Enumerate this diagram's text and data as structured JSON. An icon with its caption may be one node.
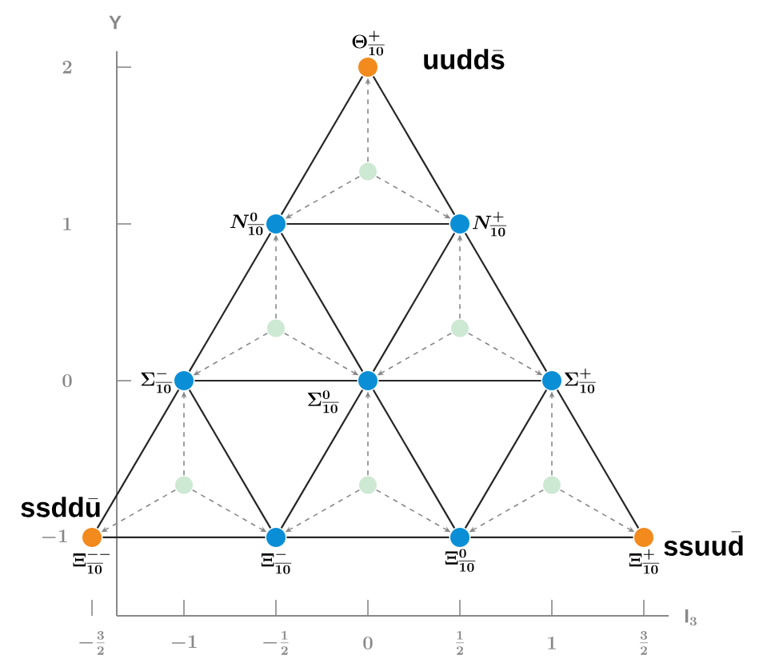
{
  "diagram": {
    "nodes": [
      {
        "text": [
          "\\Theta^{+}_{\\overline{10}}"
        ],
        "beside": [
          "\\textbf{uudd}\\bar{\\textbf{s}}"
        ]
      },
      {
        "text": [
          "N^{0}_{\\overline{10}}"
        ]
      },
      {
        "text": [
          "N^{+}_{\\overline{10}}"
        ]
      },
      {
        "text": [
          "\\Sigma^{-}_{\\overline{10}}"
        ]
      },
      {
        "text": [
          "\\Sigma^{0}_{\\overline{10}}"
        ]
      },
      {
        "text": [
          "\\Sigma^{+}_{\\overline{10}}"
        ]
      },
      {
        "text": [
          "\\Xi^{--}_{\\overline{10}}"
        ],
        "beside": [
          "\\textbf{ssdd}\\bar{\\textbf{u}}"
        ]
      },
      {
        "text": [
          "\\Xi^{-}_{\\overline{10}}"
        ]
      },
      {
        "text": [
          "\\Xi^{0}_{\\overline{10}}"
        ]
      },
      {
        "text": [
          "\\Xi^{+}_{\\overline{10}}"
        ],
        "beside": [
          "\\textbf{ssuu}\\bar{\\textbf{d}}"
        ]
      },
      {
        "text": [],
        "shape": "circle"
      },
      {
        "text": [],
        "shape": "circle"
      },
      {
        "text": [],
        "shape": "circle"
      },
      {
        "text": [],
        "shape": "circle"
      },
      {
        "text": [],
        "shape": "circle"
      },
      {
        "text": [],
        "shape": "circle"
      }
    ],
    "edges": [
      {
        "from": 0,
        "to": 1,
        "arrow": "none"
      },
      {
        "from": 0,
        "to": 2,
        "arrow": "none"
      },
      {
        "from": 1,
        "to": 2,
        "arrow": "none"
      },
      {
        "from": 1,
        "to": 3,
        "arrow": "none"
      },
      {
        "from": 1,
        "to": 4,
        "arrow": "none"
      },
      {
        "from": 2,
        "to": 4,
        "arrow": "none"
      },
      {
        "from": 2,
        "to": 5,
        "arrow": "none"
      },
      {
        "from": 3,
        "to": 4,
        "arrow": "none"
      },
      {
        "from": 4,
        "to": 5,
        "arrow": "none"
      },
      {
        "from": 3,
        "to": 6,
        "arrow": "none"
      },
      {
        "from": 3,
        "to": 7,
        "arrow": "none"
      },
      {
        "from": 4,
        "to": 7,
        "arrow": "none"
      },
      {
        "from": 4,
        "to": 8,
        "arrow": "none"
      },
      {
        "from": 5,
        "to": 8,
        "arrow": "none"
      },
      {
        "from": 5,
        "to": 9,
        "arrow": "none"
      },
      {
        "from": 6,
        "to": 7,
        "arrow": "none"
      },
      {
        "from": 7,
        "to": 8,
        "arrow": "none"
      },
      {
        "from": 8,
        "to": 9,
        "arrow": "none"
      },
      {
        "from": 10,
        "to": 0,
        "arrow": "to",
        "style": "dashed",
        "color": "#888888"
      },
      {
        "from": 10,
        "to": 1,
        "arrow": "to",
        "style": "dashed",
        "color": "#888888"
      },
      {
        "from": 10,
        "to": 2,
        "arrow": "to",
        "style": "dashed",
        "color": "#888888"
      },
      {
        "from": 11,
        "to": 1,
        "arrow": "to",
        "style": "dashed",
        "color": "#888888"
      },
      {
        "from": 11,
        "to": 3,
        "arrow": "to",
        "style": "dashed",
        "color": "#888888"
      },
      {
        "from": 11,
        "to": 4,
        "arrow": "to",
        "style": "dashed",
        "color": "#888888"
      },
      {
        "from": 12,
        "to": 2,
        "arrow": "to",
        "style": "dashed",
        "color": "#888888"
      },
      {
        "from": 12,
        "to": 4,
        "arrow": "to",
        "style": "dashed",
        "color": "#888888"
      },
      {
        "from": 12,
        "to": 5,
        "arrow": "to",
        "style": "dashed",
        "color": "#888888"
      },
      {
        "from": 13,
        "to": 3,
        "arrow": "to",
        "style": "dashed",
        "color": "#888888"
      },
      {
        "from": 13,
        "to": 6,
        "arrow": "to",
        "style": "dashed",
        "color": "#888888"
      },
      {
        "from": 13,
        "to": 7,
        "arrow": "to",
        "style": "dashed",
        "color": "#888888"
      },
      {
        "from": 14,
        "to": 4,
        "arrow": "to",
        "style": "dashed",
        "color": "#888888"
      },
      {
        "from": 14,
        "to": 7,
        "arrow": "to",
        "style": "dashed",
        "color": "#888888"
      },
      {
        "from": 14,
        "to": 8,
        "arrow": "to",
        "style": "dashed",
        "color": "#888888"
      },
      {
        "from": 15,
        "to": 5,
        "arrow": "to",
        "style": "dashed",
        "color": "#888888"
      },
      {
        "from": 15,
        "to": 8,
        "arrow": "to",
        "style": "dashed",
        "color": "#888888"
      },
      {
        "from": 15,
        "to": 9,
        "arrow": "to",
        "style": "dashed",
        "color": "#888888"
      }
    ],
    "labels": [
      "\\mathrm{Y}",
      "2",
      "1",
      "0",
      "-1",
      "\\mathrm{I}_{3}",
      "-\\frac{3}{2}",
      "-1",
      "-\\frac{1}{2}",
      "0",
      "\\frac{1}{2}",
      "1",
      "\\frac{3}{2}"
    ]
  }
}
